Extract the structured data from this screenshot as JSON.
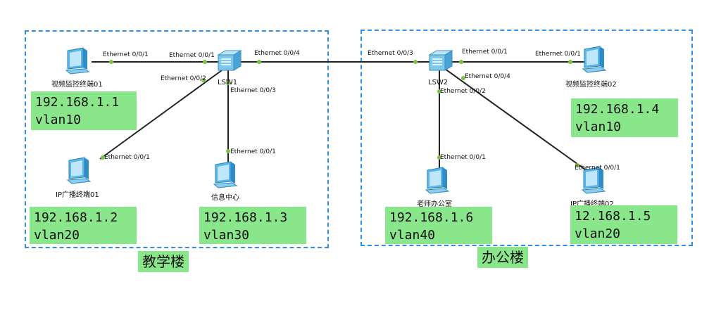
{
  "zones": {
    "left_label": "教学楼",
    "right_label": "办公楼"
  },
  "switches": {
    "lsw1": "LSW1",
    "lsw2": "LSW2"
  },
  "hosts": {
    "h1": "视频监控终端01",
    "h2": "IP广播终端01",
    "h3": "信息中心",
    "h4": "视频监控终端02",
    "h5": "老师办公室",
    "h6": "IP广播终端02"
  },
  "ports": {
    "h1_e": "Ethernet 0/0/1",
    "sw1_e1": "Ethernet 0/0/1",
    "sw1_e2": "Ethernet 0/0/2",
    "sw1_e3": "Ethernet 0/0/3",
    "sw1_e4": "Ethernet 0/0/4",
    "h2_e": "Ethernet 0/0/1",
    "h3_e": "Ethernet 0/0/1",
    "sw2_e3": "Ethernet 0/0/3",
    "sw2_e1": "Ethernet 0/0/1",
    "sw2_e4": "Ethernet 0/0/4",
    "sw2_e2": "Ethernet 0/0/2",
    "h4_e": "Ethernet 0/0/1",
    "h5_e": "Ethernet 0/0/1",
    "h6_e": "Ethernet 0/0/1"
  },
  "info": {
    "h1": {
      "ip": "192.168.1.1",
      "vlan": "vlan10"
    },
    "h2": {
      "ip": "192.168.1.2",
      "vlan": "vlan20"
    },
    "h3": {
      "ip": "192.168.1.3",
      "vlan": "vlan30"
    },
    "h4": {
      "ip": "192.168.1.4",
      "vlan": "vlan10"
    },
    "h5": {
      "ip": "192.168.1.6",
      "vlan": "vlan40"
    },
    "h6": {
      "ip": "12.168.1.5",
      "vlan": "vlan20"
    }
  },
  "colors": {
    "zone_border": "#2f8fe8",
    "label_bg": "#8ae68a",
    "link": "#222222",
    "port_dot": "#7cc242"
  }
}
